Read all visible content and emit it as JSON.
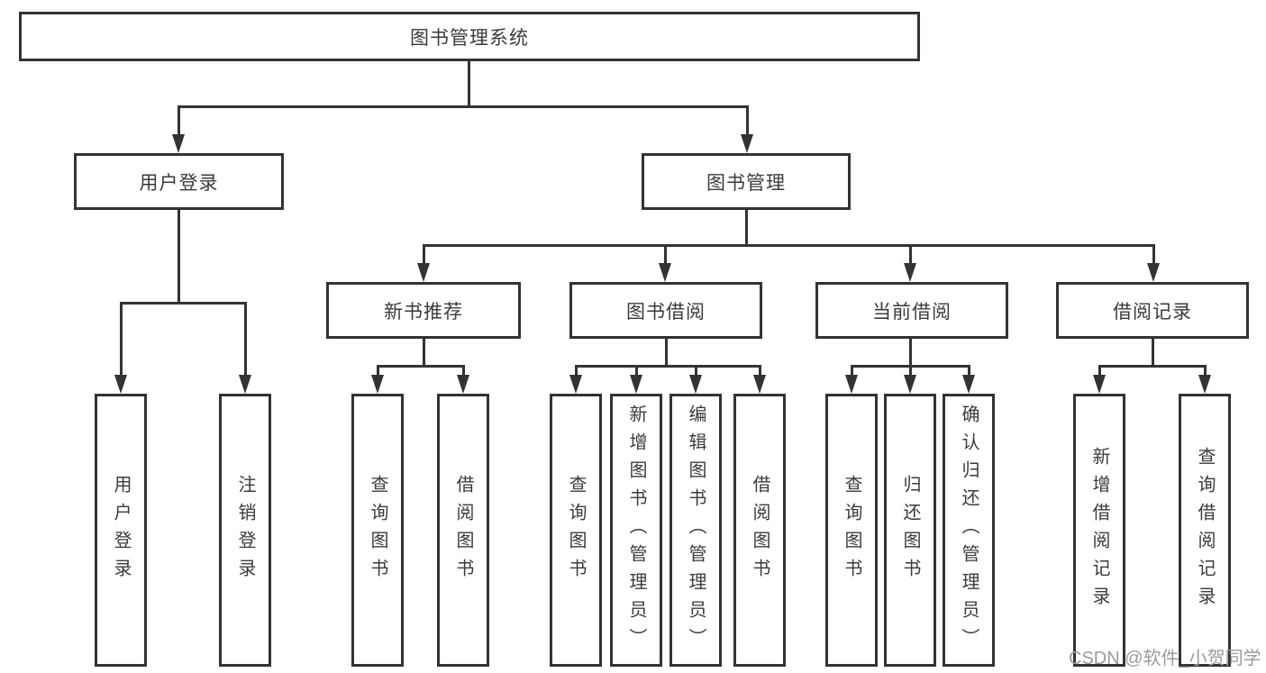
{
  "tree": {
    "root": {
      "label": "图书管理系统"
    },
    "user_branch": {
      "label": "用户登录",
      "children": [
        {
          "label": "用户登录"
        },
        {
          "label": "注销登录"
        }
      ]
    },
    "book_branch": {
      "label": "图书管理",
      "sections": [
        {
          "label": "新书推荐",
          "children": [
            {
              "label": "查询图书"
            },
            {
              "label": "借阅图书"
            }
          ]
        },
        {
          "label": "图书借阅",
          "children": [
            {
              "label": "查询图书"
            },
            {
              "label": "新增图书（管理员）"
            },
            {
              "label": "编辑图书（管理员）"
            },
            {
              "label": "借阅图书"
            }
          ]
        },
        {
          "label": "当前借阅",
          "children": [
            {
              "label": "查询图书"
            },
            {
              "label": "归还图书"
            },
            {
              "label": "确认归还（管理员）"
            }
          ]
        },
        {
          "label": "借阅记录",
          "children": [
            {
              "label": "新增借阅记录"
            },
            {
              "label": "查询借阅记录"
            }
          ]
        }
      ]
    }
  },
  "watermark": "CSDN @软件_小贺同学",
  "colors": {
    "line": "#333333",
    "text": "#3b3b3b",
    "watermark": "#9b9b9b",
    "background": "#ffffff"
  }
}
